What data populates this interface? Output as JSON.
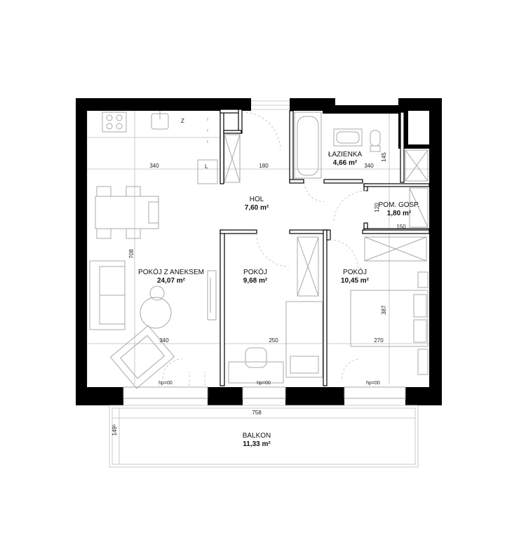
{
  "rooms": {
    "bathroom": {
      "name": "ŁAZIENKA",
      "area": "4,66 m²"
    },
    "hall": {
      "name": "HOL",
      "area": "7,60 m²"
    },
    "utility": {
      "name": "POM. GOSP.",
      "area": "1,80 m²"
    },
    "living": {
      "name": "POKÓJ Z ANEKSEM",
      "area": "24,07 m²"
    },
    "room_mid": {
      "name": "POKÓJ",
      "area": "9,68 m²"
    },
    "room_right": {
      "name": "POKÓJ",
      "area": "10,45 m²"
    },
    "balcony": {
      "name": "BALKON",
      "area": "11,33 m²"
    }
  },
  "dimensions": {
    "top_left": "340",
    "top_mid": "180",
    "top_right": "340",
    "bath_height": "145",
    "utility_height": "120",
    "utility_width": "150",
    "living_height": "708",
    "right_room_height": "387",
    "bottom_left": "340",
    "bottom_mid": "250",
    "bottom_right": "270",
    "balcony_width": "758",
    "balcony_depth": "149⁵"
  },
  "window_sill": {
    "left": "hp=00",
    "mid": "hp=00",
    "right": "hp=00"
  },
  "colors": {
    "wall": "#000000",
    "guide_line": "#bdbdbd",
    "furniture": "#a8a8a8"
  }
}
